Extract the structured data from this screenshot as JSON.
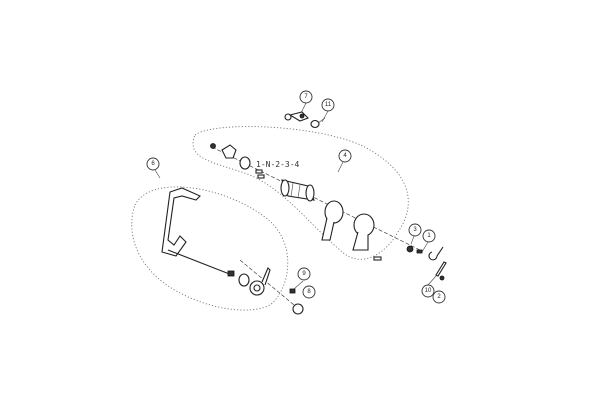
{
  "diagram": {
    "gear_sequence": "1-N-2-3-4",
    "callouts": [
      {
        "id": "callout-7",
        "label": "7"
      },
      {
        "id": "callout-11",
        "label": "11"
      },
      {
        "id": "callout-4",
        "label": "4"
      },
      {
        "id": "callout-6",
        "label": "6"
      },
      {
        "id": "callout-3",
        "label": "3"
      },
      {
        "id": "callout-1",
        "label": "1"
      },
      {
        "id": "callout-10",
        "label": "10"
      },
      {
        "id": "callout-2",
        "label": "2"
      },
      {
        "id": "callout-9",
        "label": "9"
      },
      {
        "id": "callout-8",
        "label": "8"
      }
    ]
  }
}
